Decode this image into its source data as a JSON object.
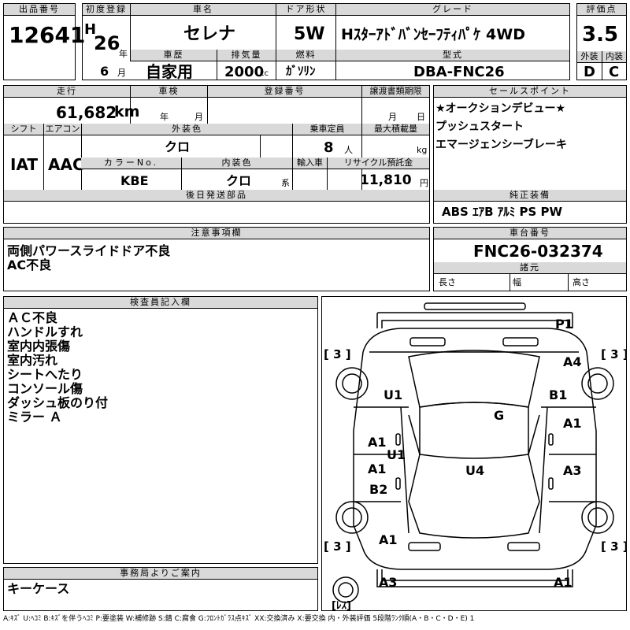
{
  "header": {
    "lot_label": "出品番号",
    "lot_number": "12641",
    "first_reg_label": "初度登録",
    "era": "H",
    "year": "26",
    "year_unit": "年",
    "month": "6",
    "month_unit": "月",
    "car_name_label": "車名",
    "car_name": "セレナ",
    "door_label": "ドア形状",
    "door": "5W",
    "grade_label": "グレード",
    "grade": "Hｽﾀｰｱﾄﾞﾊﾞﾝｾｰﾌﾃｨﾊﾟｹ 4WD",
    "score_label": "評価点",
    "score": "3.5",
    "history_label": "車歴",
    "history": "自家用",
    "displacement_label": "排気量",
    "displacement": "2000",
    "displacement_unit": "cc",
    "fuel_label": "燃料",
    "fuel": "ｶﾞｿﾘﾝ",
    "model_label": "型式",
    "model": "DBA-FNC26",
    "exterior_label": "外装",
    "exterior": "D",
    "interior_label": "内装",
    "interior": "C"
  },
  "row2": {
    "mileage_label": "走行",
    "mileage": "61,682",
    "mileage_unit": "km",
    "inspection_label": "車検",
    "insp_year_unit": "年",
    "insp_month_unit": "月",
    "registration_label": "登録番号",
    "transfer_label": "譲渡書類期限",
    "transfer_month_unit": "月",
    "transfer_day_unit": "日",
    "shift_label": "シフト",
    "shift": "IAT",
    "aircon_label": "エアコン",
    "aircon": "AAC",
    "ext_color_label": "外装色",
    "ext_color": "クロ",
    "capacity_label": "乗車定員",
    "capacity": "8",
    "capacity_unit": "人",
    "max_load_label": "最大積載量",
    "max_load_unit": "kg",
    "color_no_label": "カラーNo.",
    "color_no": "KBE",
    "int_color_label": "内装色",
    "int_color": "クロ",
    "int_color_unit": "系",
    "import_label": "輸入車",
    "recycle_label": "リサイクル預託金",
    "recycle": "11,810",
    "recycle_unit": "円",
    "later_parts_label": "後日発送部品"
  },
  "sales_points": {
    "label": "セールスポイント",
    "items": [
      "★オークションデビュー★",
      "プッシュスタート",
      "エマージェンシーブレーキ"
    ]
  },
  "equipment": {
    "label": "純正装備",
    "value": "ABS ｴｱB ｱﾙﾐ PS PW"
  },
  "caution": {
    "label": "注意事項欄",
    "lines": [
      "両側パワースライドドア不良",
      "AC不良"
    ]
  },
  "chassis": {
    "label": "車台番号",
    "value": "FNC26-032374",
    "specs_label": "諸元",
    "length_label": "長さ",
    "width_label": "幅",
    "height_label": "高さ"
  },
  "inspector": {
    "label": "検査員記入欄",
    "lines": [
      "ＡＣ不良",
      "ハンドルすれ",
      "室内内張傷",
      "室内汚れ",
      "シートへたり",
      "コンソール傷",
      "ダッシュ板のり付",
      "ミラー Ａ"
    ]
  },
  "office": {
    "label": "事務局よりご案内",
    "text": "キーケース"
  },
  "diagram": {
    "P1": "P1",
    "A4": "A4",
    "U1_left": "U1",
    "B1": "B1",
    "G": "G",
    "A1_ldoor_front": "A1",
    "U1_mid": "U1",
    "A1_rdoor_front": "A1",
    "A1_ldoor_rear": "A1",
    "B2": "B2",
    "U4": "U4",
    "A3_r": "A3",
    "A1_rear_l": "A1",
    "A3_bumper": "A3",
    "A1_bumper": "A1",
    "tire_fl": "[ 3 ]",
    "tire_fr": "[ 3 ]",
    "tire_rl": "[ 3 ]",
    "tire_rr": "[ 3 ]",
    "spare": "[ﾚｽ]"
  },
  "legend": "A:ｷｽﾞ U:ﾍｺﾐ B:ｷｽﾞを伴うﾍｺﾐ P:要塗装 W:補修跡 S:錆 C:腐食 G:ﾌﾛﾝﾄｶﾞﾗｽ点ｷｽﾞ XX:交換済み X:要交換  内・外装評価 5段階ﾗﾝｸ順(A・B・C・D・E) 1"
}
